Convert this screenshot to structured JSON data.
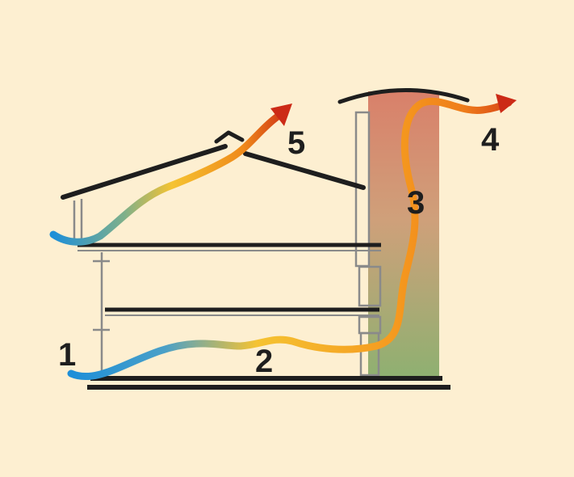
{
  "diagram": {
    "labels": {
      "step_1": "1",
      "step_2": "2",
      "step_3": "3",
      "step_4": "4",
      "step_5": "5"
    },
    "colors": {
      "background": "#fdefd1",
      "structure": "#1e1e1e",
      "outline": "#8a8a8a",
      "cool_air": "#1e8fd8",
      "warm_air": "#f5b323",
      "hot_air": "#ef7d1a",
      "exhaust": "#cc2a16",
      "chimney_top": "#d9806a",
      "chimney_bottom": "#8fb071"
    }
  }
}
